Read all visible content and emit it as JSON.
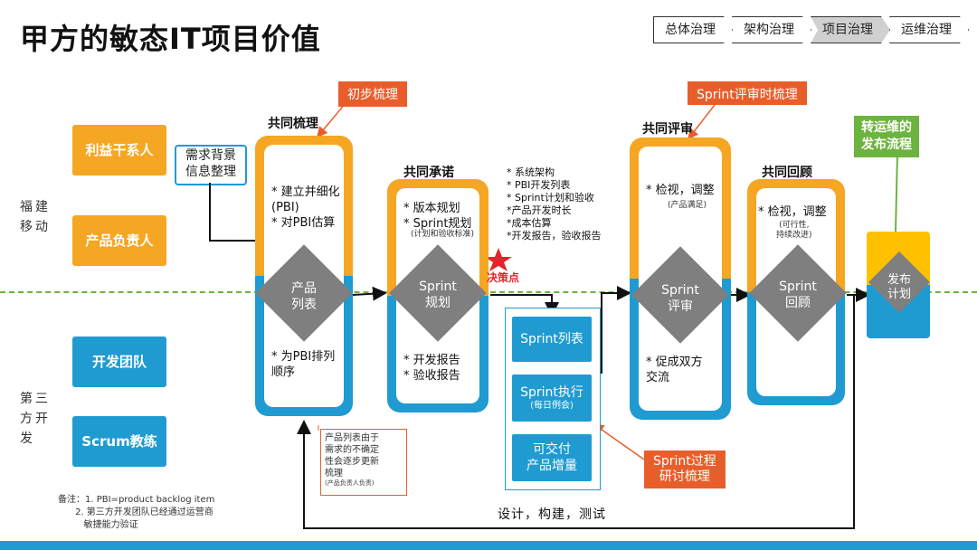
{
  "title": "甲方的敏态IT项目价值",
  "nav": [
    "总体治理",
    "架构治理",
    "项目治理",
    "运维治理"
  ],
  "nav_active": 2,
  "roles": {
    "stakeholder": "利益干系人",
    "product_owner": "产品负责人",
    "dev_team": "开发团队",
    "scrum_master": "Scrum教练"
  },
  "side_labels": {
    "fujian": "福建移动",
    "third_party": "第三方开发"
  },
  "req_box": "需求背景\n信息整理",
  "tags": {
    "initial": "初步梳理",
    "sprint_review_comb": "Sprint评审时梳理",
    "release": "转运维的\n发布流程",
    "sprint_process": "Sprint过程\n研讨梳理"
  },
  "stages": {
    "s1": {
      "label": "共同梳理",
      "top_text": "* 建立并细化\n(PBI)\n* 对PBI估算",
      "diamond": "产品\n列表",
      "bottom_text": "* 为PBI排列\n顺序"
    },
    "s2": {
      "label": "共同承诺",
      "top_text": "* 版本规划\n* Sprint规划",
      "top_small": "(计划和验收标准)",
      "diamond": "Sprint\n规划",
      "bottom_text": "* 开发报告\n* 验收报告"
    },
    "s3": {
      "label": "共同评审",
      "top_text": "* 检视，调整",
      "top_small": "(产品满足)",
      "diamond": "Sprint\n评审",
      "bottom_text": "* 促成双方\n交流"
    },
    "s4": {
      "label": "共同回顾",
      "top_text": "* 检视，调整",
      "top_small": "(可行性,\n持续改进)",
      "diamond": "Sprint\n回顾"
    },
    "s5": {
      "diamond": "发布\n计划"
    }
  },
  "artifacts": "* 系统架构\n* PBI开发列表\n* Sprint计划和验收\n*产品开发时长\n*成本估算\n*开发报告，验收报告",
  "decision": "决策点",
  "sprint_boxes": {
    "list": "Sprint列表",
    "exec": "Sprint执行",
    "exec_small": "(每日例会)",
    "deliver": "可交付\n产品增量"
  },
  "build_caption": "设计，构建，测试",
  "product_list_note": "产品列表由于\n需求的不确定\n性会逐步更新\n梳理",
  "product_list_note_small": "(产品负责人负责)",
  "footnote": "备注：1. PBI=product backlog item\n      2. 第三方开发团队已经通过运营商\n         敏捷能力验证",
  "colors": {
    "orange": "#f5a623",
    "blue": "#1f9bd1",
    "gray": "#7f7f7f",
    "tag": "#e85e2b",
    "green": "#6cb33f"
  }
}
